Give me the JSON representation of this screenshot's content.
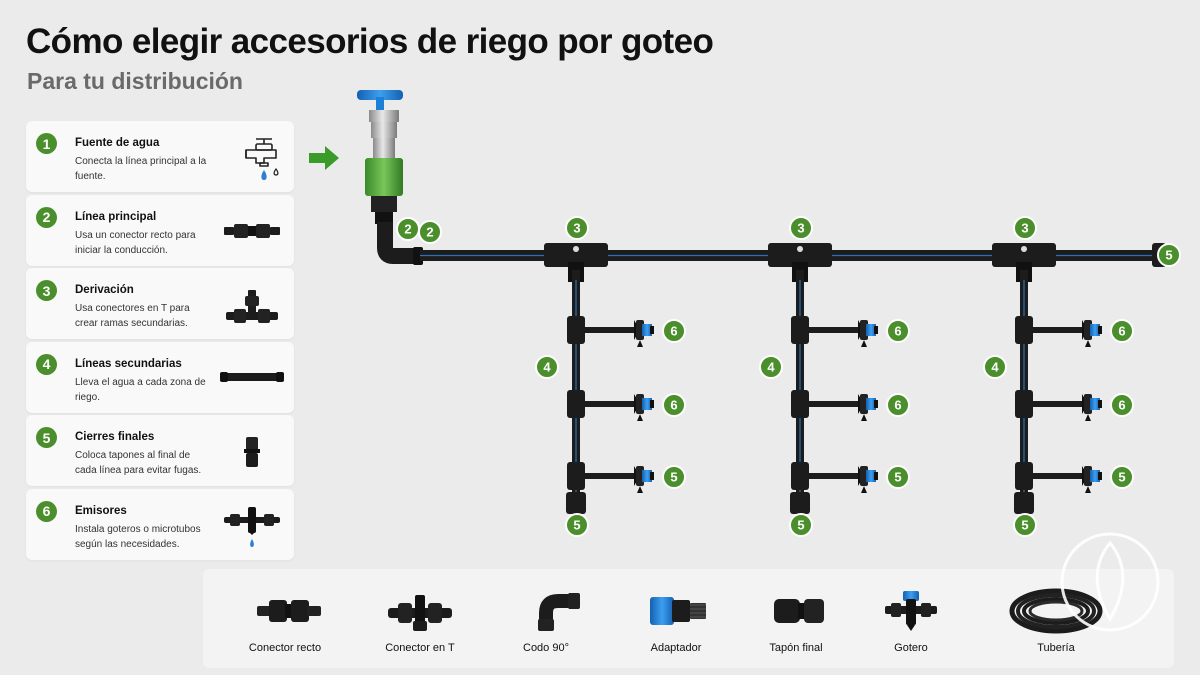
{
  "header": {
    "title": "Cómo elegir accesorios de riego por goteo",
    "subtitle": "Para tu distribución"
  },
  "steps": [
    {
      "number": "1",
      "title": "Fuente de agua",
      "description": "Conecta la línea principal a la fuente.",
      "icon": "faucet-icon"
    },
    {
      "number": "2",
      "title": "Línea principal",
      "description": "Usa un conector recto para iniciar la conducción.",
      "icon": "straight-connector-icon"
    },
    {
      "number": "3",
      "title": "Derivación",
      "description": "Usa conectores en T para crear ramas secundarias.",
      "icon": "tee-connector-icon"
    },
    {
      "number": "4",
      "title": "Líneas secundarias",
      "description": "Lleva el agua a cada zona de riego.",
      "icon": "secondary-line-icon"
    },
    {
      "number": "5",
      "title": "Cierres finales",
      "description": "Coloca tapones al final de cada línea para evitar fugas.",
      "icon": "end-cap-icon"
    },
    {
      "number": "6",
      "title": "Emisores",
      "description": "Instala goteros o microtubos según las necesidades.",
      "icon": "emitter-icon"
    }
  ],
  "diagram": {
    "badges": {
      "water_source_marker": "2",
      "main_line": "2",
      "tee": "3",
      "secondary_line": "4",
      "end_cap": "5",
      "emitter_top": "6",
      "emitter_middle": "6",
      "emitter_bottom": "5"
    }
  },
  "accessories": [
    {
      "label": "Conector recto",
      "icon": "straight-connector-icon"
    },
    {
      "label": "Conector en T",
      "icon": "tee-connector-icon"
    },
    {
      "label": "Codo 90°",
      "icon": "elbow-icon"
    },
    {
      "label": "Adaptador",
      "icon": "adapter-icon"
    },
    {
      "label": "Tapón final",
      "icon": "end-cap-icon"
    },
    {
      "label": "Gotero",
      "icon": "dripper-icon"
    },
    {
      "label": "Tubería",
      "icon": "tubing-coil-icon"
    }
  ],
  "colors": {
    "accent_green": "#4a8f2c",
    "pipe_black": "#1c1c1c",
    "pipe_stripe": "#2f7fd1",
    "valve_blue": "#1e7fd6",
    "background": "#ebebeb"
  }
}
